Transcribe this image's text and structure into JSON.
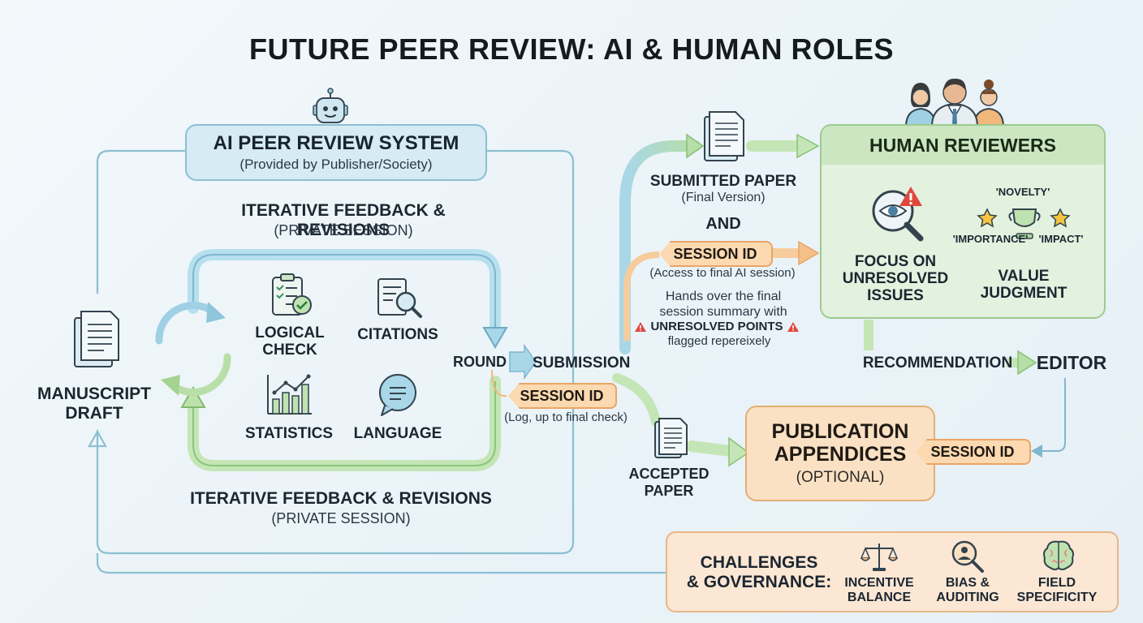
{
  "title": "FUTURE PEER REVIEW: AI & HUMAN ROLES",
  "ai_system": {
    "title": "AI PEER REVIEW SYSTEM",
    "subtitle": "(Provided by Publisher/Society)"
  },
  "loop": {
    "top_label": "ITERATIVE FEEDBACK & REVISIONS",
    "top_sub": "(PRIVATE SESSION)",
    "bottom_label": "ITERATIVE FEEDBACK & REVISIONS",
    "bottom_sub": "(PRIVATE SESSION)",
    "checks": [
      {
        "label_1": "LOGICAL",
        "label_2": "CHECK",
        "icon": "clipboard-check-icon"
      },
      {
        "label_1": "CITATIONS",
        "label_2": "",
        "icon": "document-search-icon"
      },
      {
        "label_1": "STATISTICS",
        "label_2": "",
        "icon": "bar-chart-icon"
      },
      {
        "label_1": "LANGUAGE",
        "label_2": "",
        "icon": "speech-bubble-icon"
      }
    ]
  },
  "manuscript": {
    "line_1": "MANUSCRIPT",
    "line_2": "DRAFT"
  },
  "flow": {
    "round": "ROUND",
    "submission": "SUBMISSION",
    "session_id_log": "SESSION ID",
    "session_id_log_sub": "(Log, up to final check)",
    "submitted_paper": "SUBMITTED PAPER",
    "submitted_paper_sub": "(Final Version)",
    "and": "AND",
    "session_id_access": "SESSION ID",
    "session_id_access_sub": "(Access to final AI session)",
    "handover_1": "Hands over the final",
    "handover_2": "session summary with",
    "unresolved": "UNRESOLVED POINTS",
    "flagged": "flagged repereixely",
    "accepted_1": "ACCEPTED",
    "accepted_2": "PAPER"
  },
  "human": {
    "title": "HUMAN REVIEWERS",
    "focus_1": "FOCUS ON",
    "focus_2": "UNRESOLVED",
    "focus_3": "ISSUES",
    "novelty": "'NOVELTY'",
    "importance": "'IMPORTANCE'",
    "impact": "'IMPACT'",
    "value_1": "VALUE",
    "value_2": "JUDGMENT",
    "recommendation": "RECOMMENDATION",
    "editor": "EDITOR"
  },
  "publication": {
    "line_1": "PUBLICATION",
    "line_2": "APPENDICES",
    "sub": "(OPTIONAL)",
    "session_id": "SESSION ID"
  },
  "challenges": {
    "title_1": "CHALLENGES",
    "title_2": "& GOVERNANCE:",
    "items": [
      {
        "line_1": "INCENTIVE",
        "line_2": "BALANCE",
        "icon": "scales-icon"
      },
      {
        "line_1": "BIAS &",
        "line_2": "AUDITING",
        "icon": "magnifier-person-icon"
      },
      {
        "line_1": "FIELD",
        "line_2": "SPECIFICITY",
        "icon": "brain-icon"
      }
    ]
  },
  "colors": {
    "blue_flow": "#9fd0e4",
    "green_flow": "#a9d79b",
    "orange_flow": "#f2b77a",
    "ai_box": "#d6ebf3",
    "human_panel": "#e3f1df",
    "publication": "#fbe1c4",
    "alert_red": "#e0483d"
  }
}
